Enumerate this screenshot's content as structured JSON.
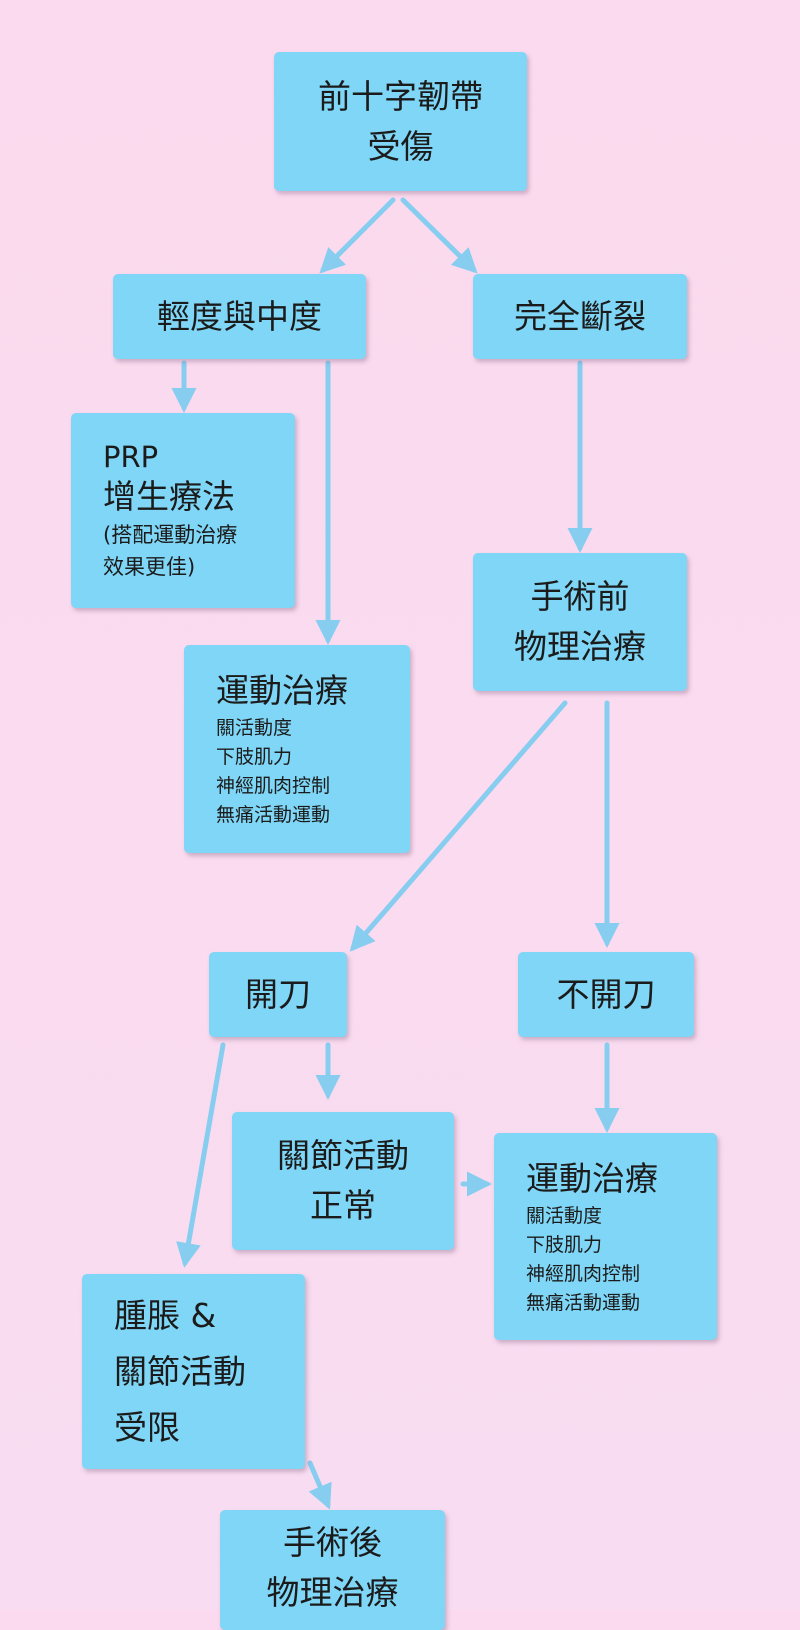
{
  "nodes": {
    "acl_injury": {
      "line1": "前十字韌帶",
      "line2": "受傷"
    },
    "mild_moderate": {
      "label": "輕度與中度"
    },
    "complete_rupture": {
      "label": "完全斷裂"
    },
    "prp": {
      "line1": "PRP",
      "line2": "增生療法",
      "line3": "(搭配運動治療",
      "line4": "效果更佳)"
    },
    "exercise_therapy_1": {
      "title": "運動治療",
      "items": [
        "關活動度",
        "下肢肌力",
        "神經肌肉控制",
        "無痛活動運動"
      ]
    },
    "preop_pt": {
      "line1": "手術前",
      "line2": "物理治療"
    },
    "surgery": {
      "label": "開刀"
    },
    "no_surgery": {
      "label": "不開刀"
    },
    "rom_normal": {
      "line1": "關節活動",
      "line2": "正常"
    },
    "exercise_therapy_2": {
      "title": "運動治療",
      "items": [
        "關活動度",
        "下肢肌力",
        "神經肌肉控制",
        "無痛活動運動"
      ]
    },
    "swelling_limited": {
      "line1": "腫脹 &",
      "line2": "關節活動",
      "line3": "受限"
    },
    "postop_pt": {
      "line1": "手術後",
      "line2": "物理治療"
    }
  },
  "colors": {
    "background": "#fbd9ee",
    "node_fill": "#7fd6f6",
    "arrow": "#86cdf0",
    "text": "#1b1b1b"
  }
}
